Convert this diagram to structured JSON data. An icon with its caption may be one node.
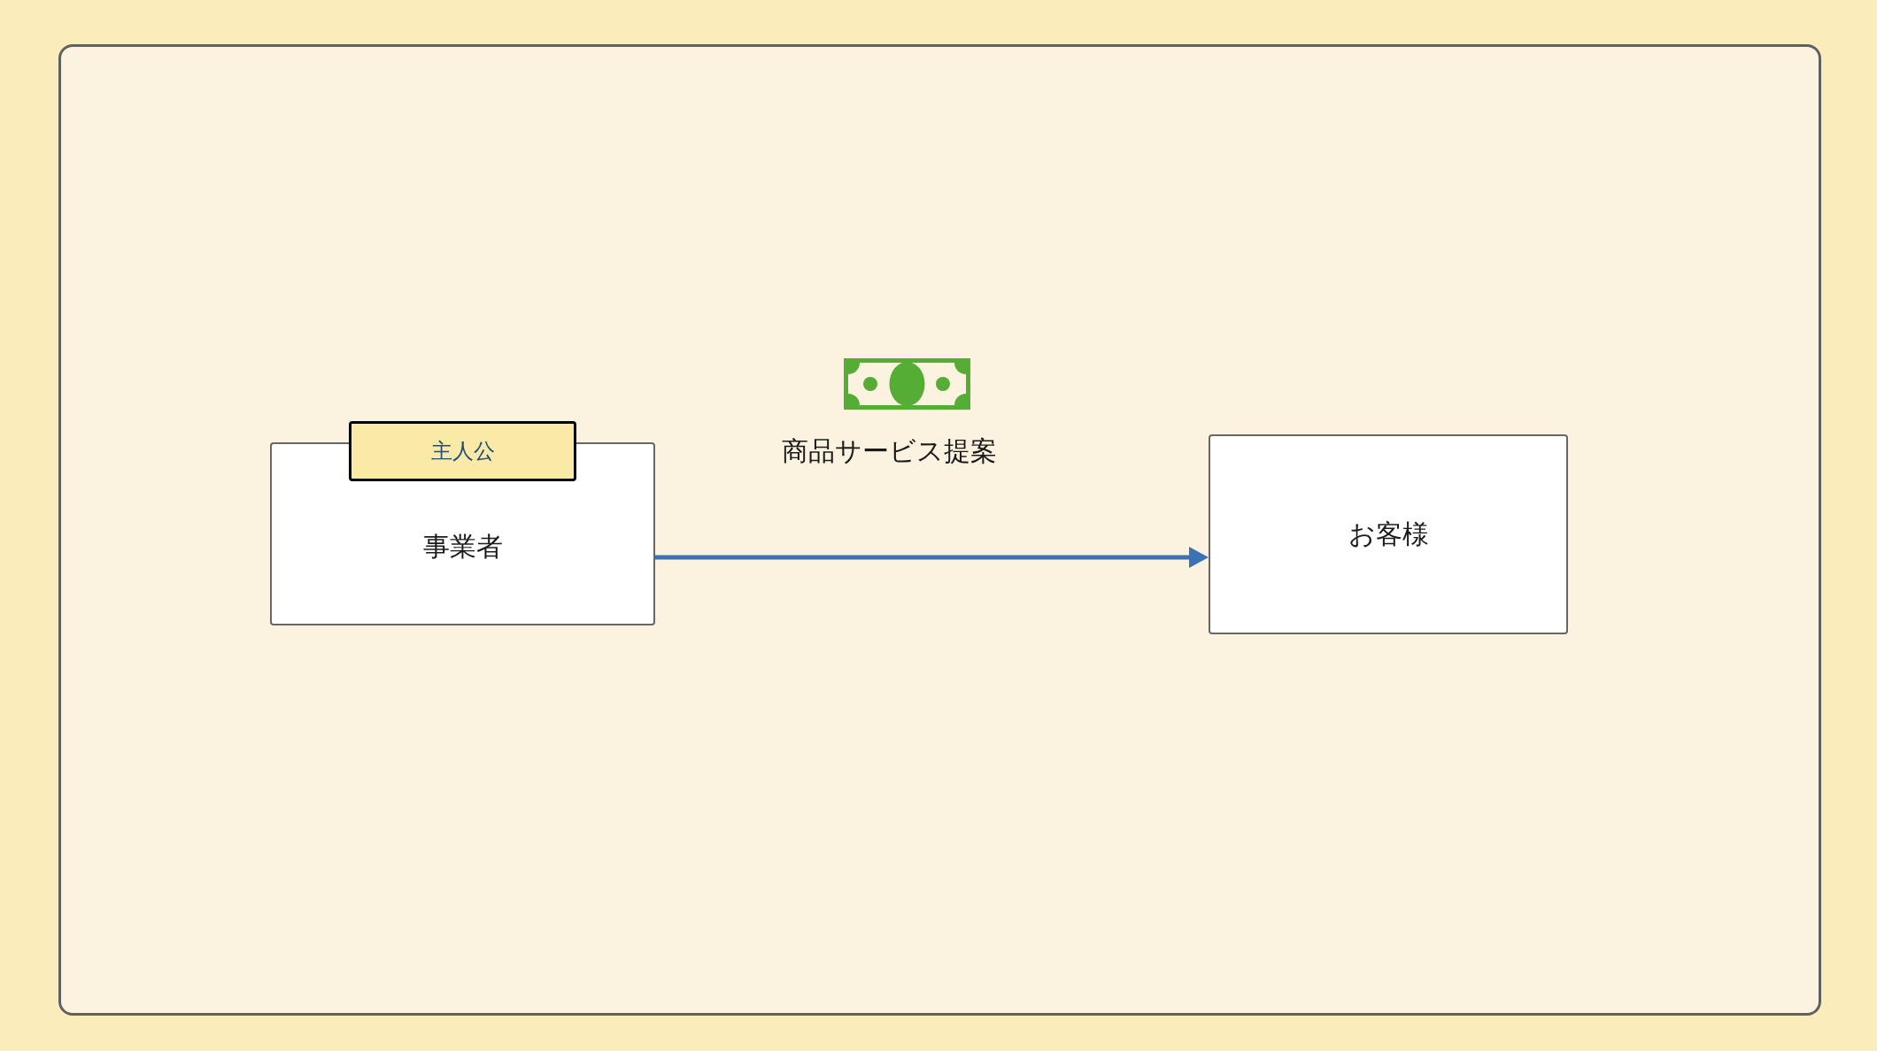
{
  "diagram": {
    "nodes": [
      {
        "text": [
          "主人公"
        ]
      },
      {
        "text": [
          "事業者"
        ]
      },
      {
        "text": [
          "お客様"
        ]
      }
    ],
    "edges": [
      {
        "from": 1,
        "to": 2,
        "arrow": "to",
        "label": "商品サービス提案"
      }
    ]
  }
}
